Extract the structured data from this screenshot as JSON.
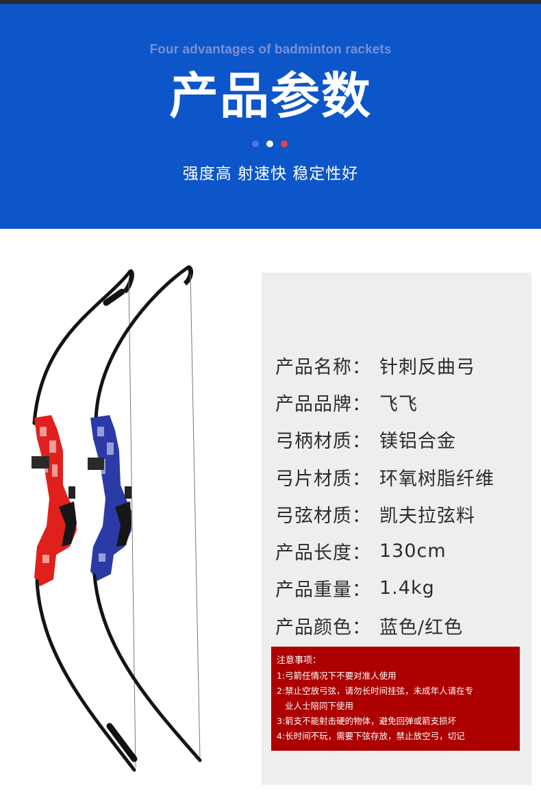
{
  "banner": {
    "english_title": "Four advantages of badminton rackets",
    "title": "产品参数",
    "subtitle": "强度高 射速快 稳定性好",
    "dot_colors": [
      "#5b6ee8",
      "#ffffff",
      "#e8404a"
    ],
    "background": "#0c56c9"
  },
  "specs": [
    {
      "label": "产品名称",
      "value": "针刺反曲弓"
    },
    {
      "label": "产品品牌",
      "value": "飞飞"
    },
    {
      "label": "弓柄材质",
      "value": "镁铝合金"
    },
    {
      "label": "弓片材质",
      "value": "环氧树脂纤维"
    },
    {
      "label": "弓弦材质",
      "value": "凯夫拉弦料"
    },
    {
      "label": "产品长度",
      "value": "130cm"
    },
    {
      "label": "产品重量",
      "value": "1.4kg"
    },
    {
      "label": "产品颜色",
      "value": "蓝色/红色"
    }
  ],
  "separator": "：",
  "notice": {
    "title": "注意事项：",
    "lines": [
      "1:弓箭任情况下不要对准人使用",
      "2:禁止空放弓弦，请勿长时间挂弦，未成年人请在专",
      "业人士陪同下使用",
      "3:箭支不能射击硬的物体，避免回弹或箭支损坏",
      "4:长时间不玩，需要下弦存放，禁止放空弓，切记"
    ],
    "background": "#ad0000"
  },
  "product_image": {
    "icons": [
      "red-recurve-bow",
      "blue-recurve-bow"
    ],
    "colors": {
      "red": "#e0201c",
      "blue": "#2c3aa8",
      "limb": "#141414"
    }
  }
}
